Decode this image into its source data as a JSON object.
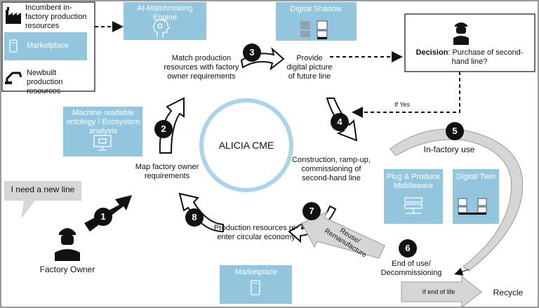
{
  "legend": {
    "incumbent_label": "Incumbent in-factory production resources",
    "marketplace_label": "Marketplace",
    "newbuilt_label": "Newbuilt production resources"
  },
  "boxes": {
    "ai_engine": "AI-Matchmaking Engine",
    "digital_shadow": "Digital Shadow",
    "ontology": "Machine-readable ontology / Ecosystem analysis",
    "plug_produce": "Plug & Produce Middleware",
    "digital_twin": "Digital Twin",
    "marketplace_bottom": "Marketplace"
  },
  "decision": {
    "bold": "Decision",
    "rest": ": Purchase of second-hand line?",
    "if_yes": "If Yes"
  },
  "center": "ALICIA CME",
  "speech": "I need a new line",
  "owner": "Factory Owner",
  "steps": [
    {
      "num": "1"
    },
    {
      "num": "2",
      "label": "Map factory owner requirements"
    },
    {
      "num": "3",
      "label": "Match production resources with factory owner requirements"
    },
    {
      "num": "4",
      "label": "Construction, ramp-up, commissioning of second-hand line"
    },
    {
      "num": "5",
      "label": "In-factory use"
    },
    {
      "num": "6",
      "label": "End of use/ Decommissioning"
    },
    {
      "num": "7",
      "label": "Reuse/ Remanufacture"
    },
    {
      "num": "8",
      "label": "Production resources re-enter circular economy"
    }
  ],
  "provide": "Provide digital picture of future line",
  "if_end": "If end of life",
  "recycle": "Recycle",
  "colors": {
    "box": "#92C5DE",
    "ring": "#A8D4EC",
    "grey": "#D6D6D6"
  }
}
